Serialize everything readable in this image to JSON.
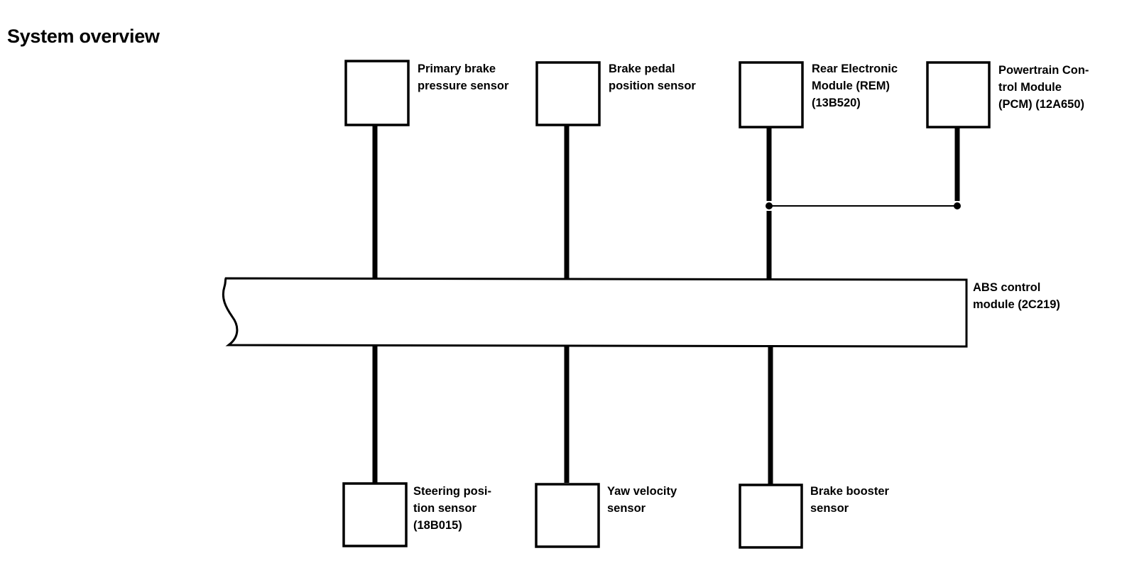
{
  "page_title": "System overview",
  "bus": {
    "name_lines": [
      "ABS control",
      "module (2C219)"
    ]
  },
  "components_top": [
    {
      "id": "primary-brake-pressure-sensor",
      "label_lines": [
        "Primary brake",
        "pressure sensor"
      ]
    },
    {
      "id": "brake-pedal-position-sensor",
      "label_lines": [
        "Brake pedal",
        "position sensor"
      ]
    },
    {
      "id": "rear-electronic-module",
      "label_lines": [
        "Rear Electronic",
        "Module (REM)",
        "(13B520)"
      ]
    },
    {
      "id": "powertrain-control-module",
      "label_lines": [
        "Powertrain Con-",
        "trol Module",
        "(PCM) (12A650)"
      ]
    }
  ],
  "components_bottom": [
    {
      "id": "steering-position-sensor",
      "label_lines": [
        "Steering posi-",
        "tion sensor",
        "(18B015)"
      ]
    },
    {
      "id": "yaw-velocity-sensor",
      "label_lines": [
        "Yaw velocity",
        "sensor"
      ]
    },
    {
      "id": "brake-booster-sensor",
      "label_lines": [
        "Brake booster",
        "sensor"
      ]
    }
  ],
  "connections": [
    {
      "from": "rear-electronic-module",
      "to": "powertrain-control-module",
      "style": "thin-link"
    }
  ]
}
